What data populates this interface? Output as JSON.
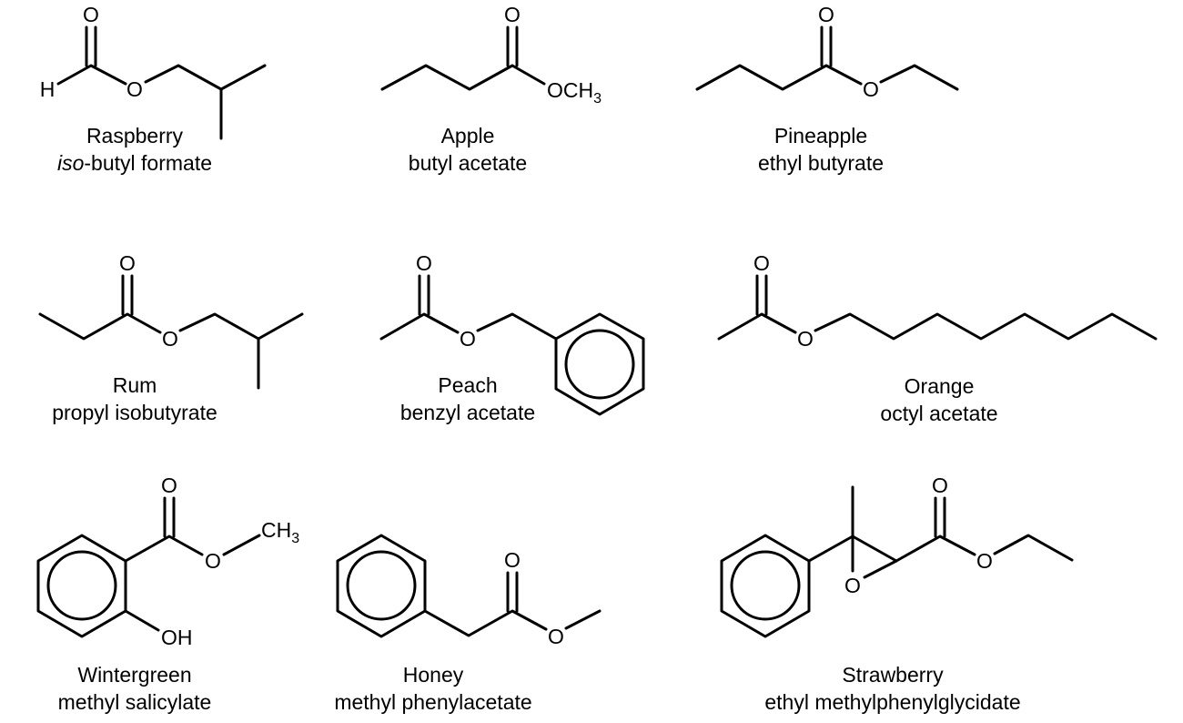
{
  "atoms": {
    "oxygen": "O",
    "hydrogen": "H",
    "methoxy": "OCH",
    "methyl": "CH",
    "hydroxyl": "OH",
    "subscript_3": "3"
  },
  "esters": [
    {
      "flavor": "Raspberry",
      "name_prefix": "iso",
      "name_rest": "-butyl formate"
    },
    {
      "flavor": "Apple",
      "name": "butyl acetate"
    },
    {
      "flavor": "Pineapple",
      "name": "ethyl butyrate"
    },
    {
      "flavor": "Rum",
      "name": "propyl isobutyrate"
    },
    {
      "flavor": "Peach",
      "name": "benzyl acetate"
    },
    {
      "flavor": "Orange",
      "name": "octyl acetate"
    },
    {
      "flavor": "Wintergreen",
      "name": "methyl salicylate"
    },
    {
      "flavor": "Honey",
      "name": "methyl phenylacetate"
    },
    {
      "flavor": "Strawberry",
      "name": "ethyl methylphenylglycidate"
    }
  ]
}
